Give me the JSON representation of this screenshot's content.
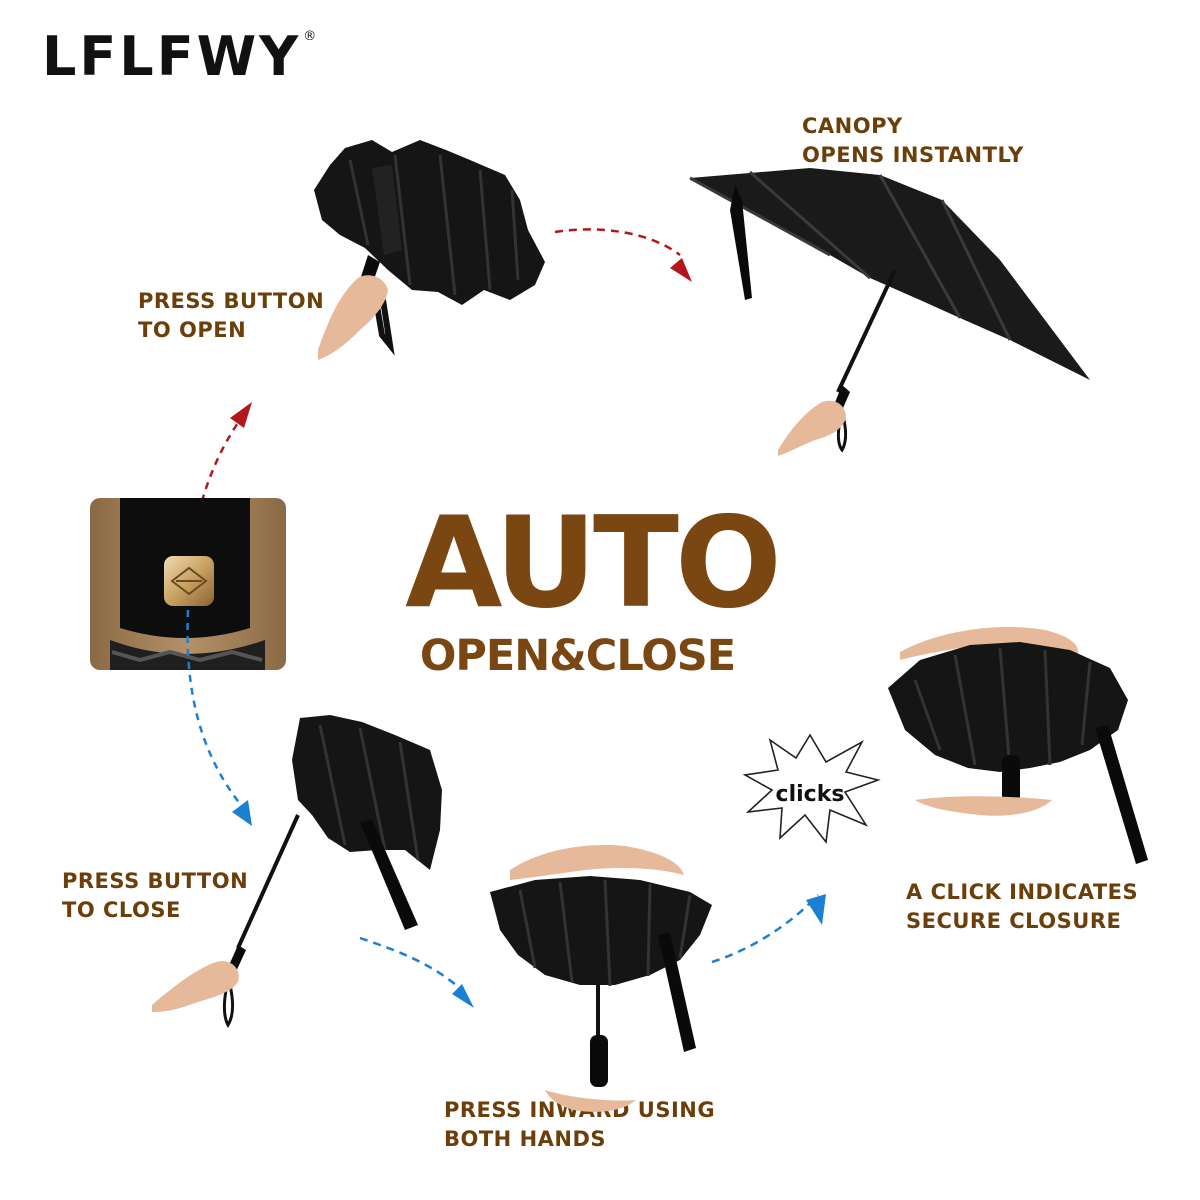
{
  "brand": {
    "name": "LFLFWY",
    "mark": "®"
  },
  "headline": {
    "title": "AUTO",
    "subtitle": "OPEN&CLOSE"
  },
  "steps": [
    {
      "caption": "PRESS BUTTON\nTO OPEN"
    },
    {
      "caption": "CANOPY\nOPENS INSTANTLY"
    },
    {
      "caption": "PRESS BUTTON\nTO CLOSE"
    },
    {
      "caption": "PRESS INWARD USING\nBOTH HANDS"
    },
    {
      "caption": "A CLICK INDICATES\nSECURE CLOSURE"
    }
  ],
  "burst_label": "clicks",
  "colors": {
    "caption": "#6b3e0a",
    "headline": "#7a4712",
    "open_arrow": "#b3171c",
    "close_arrow": "#1c7fd6",
    "umbrella": "#141414"
  }
}
